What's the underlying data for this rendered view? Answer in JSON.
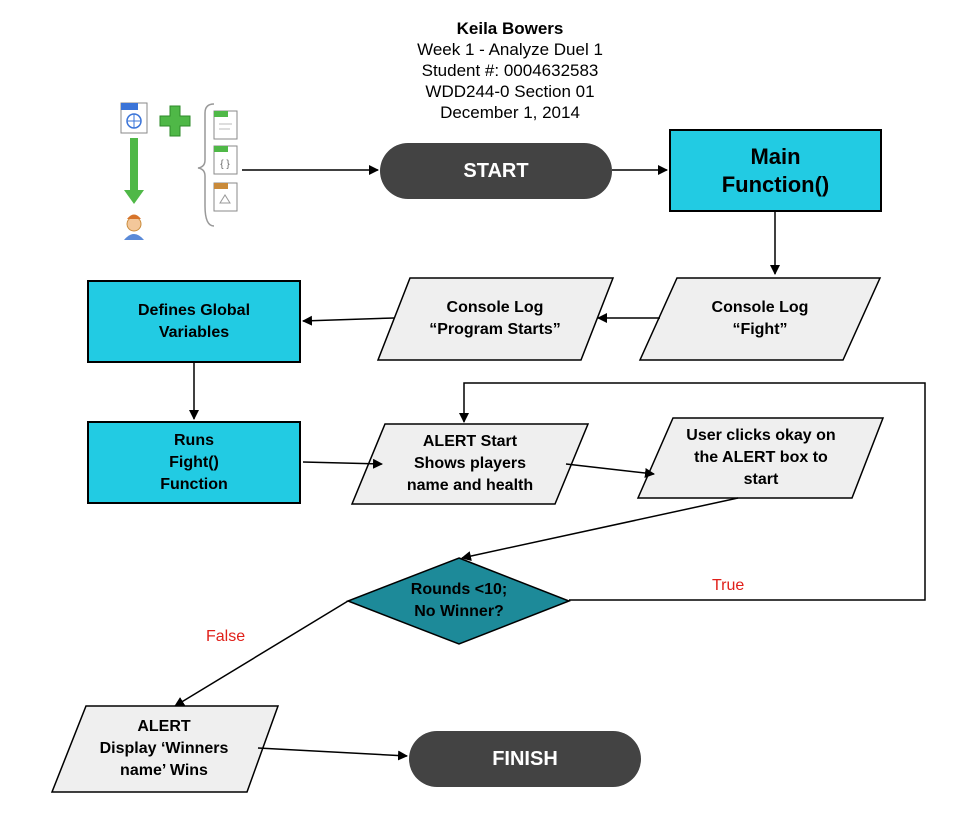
{
  "header": {
    "author": "Keila Bowers",
    "assignment": "Week 1 - Analyze Duel 1",
    "student_number": "Student #: 0004632583",
    "course": "WDD244-0 Section 01",
    "date": "December 1, 2014"
  },
  "nodes": {
    "start": "START",
    "main_function_line1": "Main",
    "main_function_line2": "Function()",
    "console_fight_line1": "Console Log",
    "console_fight_line2": "“Fight”",
    "console_program_line1": "Console Log",
    "console_program_line2": "“Program Starts”",
    "globals_line1": "Defines Global",
    "globals_line2": "Variables",
    "runs_line1": "Runs",
    "runs_line2": "Fight()",
    "runs_line3": "Function",
    "alert_start_line1": "ALERT Start",
    "alert_start_line2": "Shows players",
    "alert_start_line3": "name and health",
    "user_clicks_line1": "User clicks okay on",
    "user_clicks_line2": "the ALERT box to",
    "user_clicks_line3": "start",
    "decision_line1": "Rounds <10;",
    "decision_line2": "No Winner?",
    "alert_winner_line1": "ALERT",
    "alert_winner_line2": "Display ‘Winners",
    "alert_winner_line3": "name’ Wins",
    "finish": "FINISH"
  },
  "labels": {
    "true_label": "True",
    "false_label": "False"
  },
  "icons": [
    "html-file-icon",
    "plus-icon",
    "css-file-icon",
    "js-file-icon",
    "generic-file-icon",
    "down-arrow-icon",
    "user-avatar-icon"
  ],
  "colors": {
    "process_fill": "#22cbe3",
    "terminal_fill": "#434343",
    "io_fill": "#efefef",
    "decision_fill": "#1d8a99",
    "condition_text": "#e0201a"
  }
}
